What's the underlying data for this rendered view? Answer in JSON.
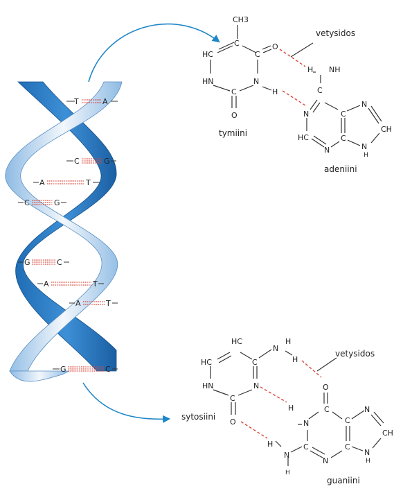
{
  "labels": {
    "hydrogen_bond_top": "vetysidos",
    "hydrogen_bond_bottom": "vetysidos",
    "thymine": "tymiini",
    "adenine": "adeniini",
    "cytosine": "sytosiini",
    "guanine": "guaniini"
  },
  "helix": {
    "pairs": [
      {
        "left": "T",
        "right": "A"
      },
      {
        "left": "C",
        "right": "G"
      },
      {
        "left": "A",
        "right": "T"
      },
      {
        "left": "C",
        "right": "G"
      },
      {
        "left": "G",
        "right": "C"
      },
      {
        "left": "A",
        "right": "T"
      },
      {
        "left": "A",
        "right": "T"
      },
      {
        "left": "G",
        "right": "C"
      }
    ]
  },
  "molecules": {
    "thymine_adenine": {
      "atoms": {
        "ch3": "CH3",
        "c": "C",
        "hc": "HC",
        "o": "O",
        "hn": "HN",
        "n": "N",
        "h": "H",
        "h_n": "NH",
        "ch": "CH"
      }
    },
    "cytosine_guanine": {
      "atoms": {
        "hc": "HC",
        "n": "N",
        "h": "H",
        "c": "C",
        "hn": "HN",
        "o": "O",
        "ch": "CH"
      }
    }
  },
  "colors": {
    "helix_back": "#1f6db5",
    "helix_front": "#dbe9f6",
    "hydrogen_bond": "#d9463b",
    "arrow": "#1f86c8"
  }
}
